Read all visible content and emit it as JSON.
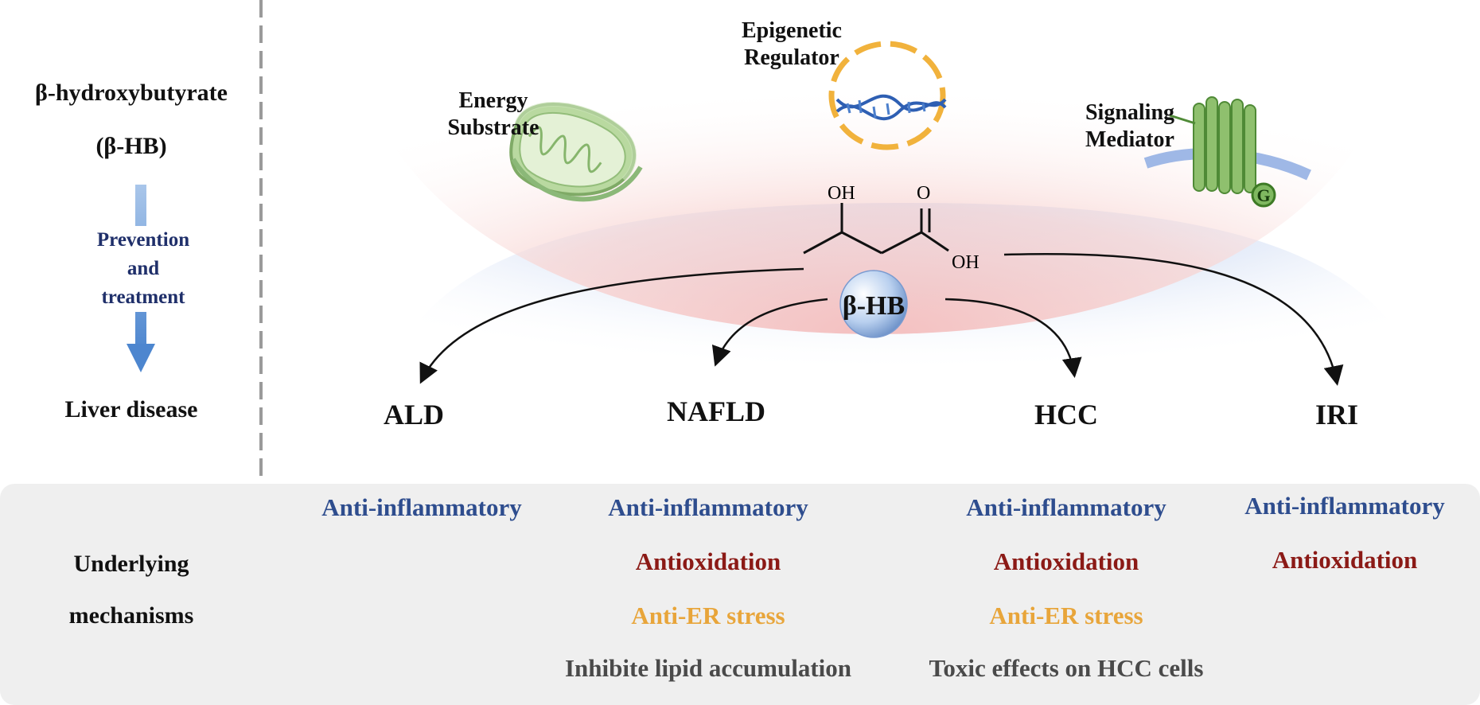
{
  "left": {
    "title_line1": "β-hydroxybutyrate",
    "title_line2": "(β-HB)",
    "arrow_line1": "Prevention",
    "arrow_line2": "and",
    "arrow_line3": "treatment",
    "liver_disease": "Liver disease",
    "mech_line1": "Underlying",
    "mech_line2": "mechanisms"
  },
  "roles": {
    "energy_line1": "Energy",
    "energy_line2": "Substrate",
    "epigenetic_line1": "Epigenetic",
    "epigenetic_line2": "Regulator",
    "signaling_line1": "Signaling",
    "signaling_line2": "Mediator",
    "g_protein": "G"
  },
  "molecule": {
    "oh_top": "OH",
    "o_top": "O",
    "oh_right": "OH",
    "label": "β-HB"
  },
  "diseases": {
    "ald": "ALD",
    "nafld": "NAFLD",
    "hcc": "HCC",
    "iri": "IRI"
  },
  "mechanisms": {
    "ald": {
      "inflam": "Anti-inflammatory"
    },
    "nafld": {
      "inflam": "Anti-inflammatory",
      "oxid": "Antioxidation",
      "er": "Anti-ER stress",
      "lipid": "Inhibite lipid accumulation"
    },
    "hcc": {
      "inflam": "Anti-inflammatory",
      "oxid": "Antioxidation",
      "er": "Anti-ER stress",
      "toxic": "Toxic effects on HCC cells"
    },
    "iri": {
      "inflam": "Anti-inflammatory",
      "oxid": "Antioxidation"
    }
  },
  "colors": {
    "anti_inflammatory": "#2e4d8e",
    "antioxidation": "#8b1a16",
    "anti_er_stress": "#e8a53a",
    "other_effects": "#4a4a4a",
    "arrow_blue": "#5b8fd0",
    "upper_glow": "#f6c7c7",
    "lower_glow": "#c9d8f3"
  }
}
